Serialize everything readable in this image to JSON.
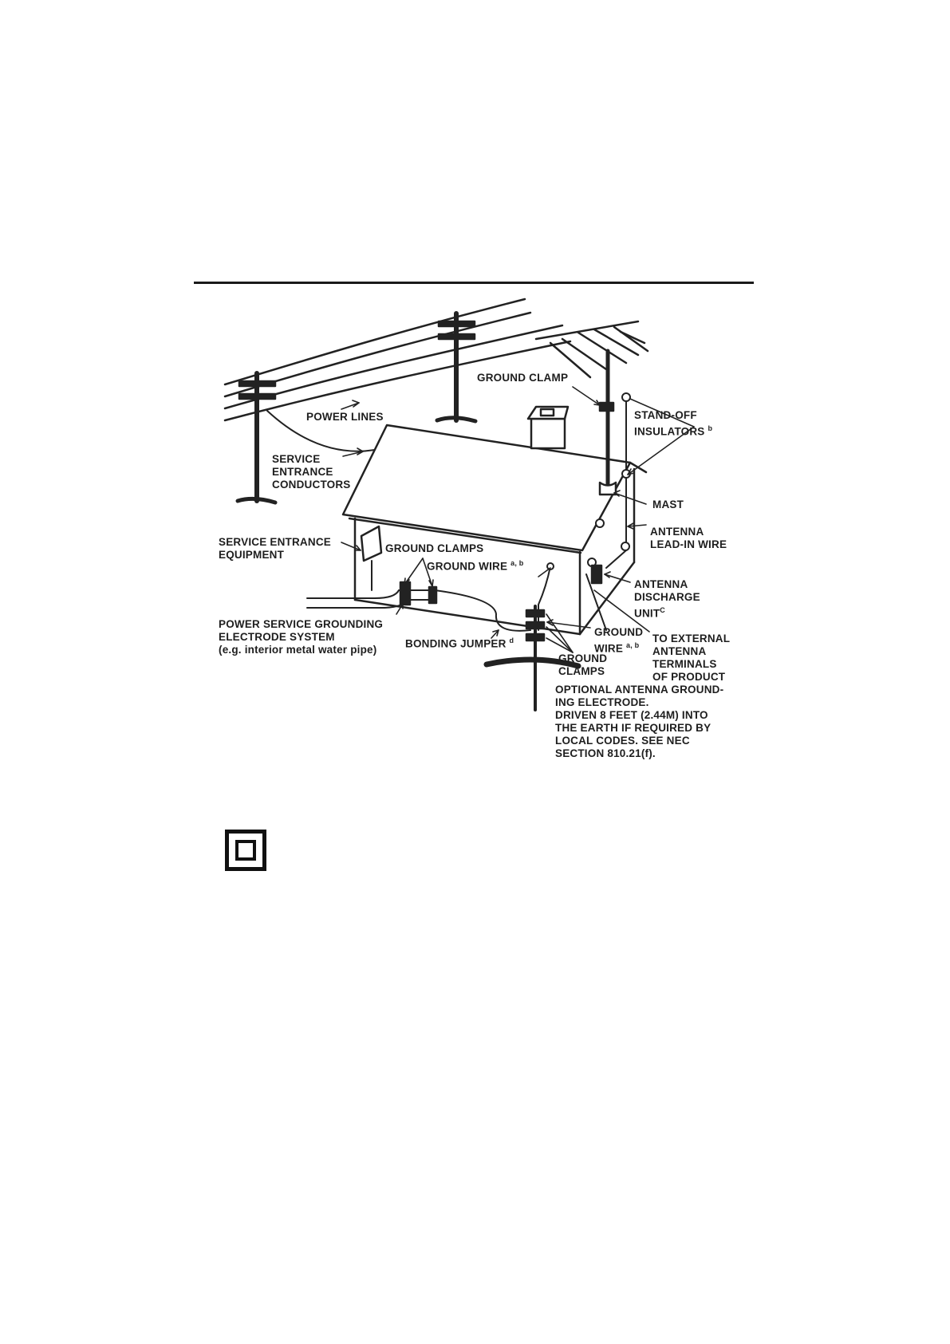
{
  "figure": {
    "labels": {
      "power_lines": "POWER LINES",
      "service_entrance_conductors": "SERVICE\nENTRANCE\nCONDUCTORS",
      "service_entrance_equipment": "SERVICE ENTRANCE\nEQUIPMENT",
      "ground_clamps_top": "GROUND CLAMPS",
      "ground_wire_top": "GROUND WIRE",
      "ground_wire_top_sup": "a, b",
      "power_service_grounding": "POWER SERVICE GROUNDING\nELECTRODE SYSTEM\n(e.g. interior metal water pipe)",
      "bonding_jumper": "BONDING JUMPER",
      "bonding_jumper_sup": "d",
      "ground_clamp": "GROUND CLAMP",
      "stand_off_insulators": "STAND-OFF\nINSULATORS",
      "stand_off_insulators_sup": "b",
      "mast": "MAST",
      "antenna_lead_in_wire": "ANTENNA\nLEAD-IN WIRE",
      "antenna_discharge_unit": "ANTENNA\nDISCHARGE\nUNIT",
      "antenna_discharge_unit_sup": "C",
      "ground_wire_right": "GROUND\nWIRE",
      "ground_wire_right_sup": "a, b",
      "to_external_antenna": "TO EXTERNAL\nANTENNA\nTERMINALS\nOF PRODUCT",
      "ground_clamps_bottom": "GROUND\nCLAMPS",
      "optional_electrode": "OPTIONAL ANTENNA GROUND-\nING ELECTRODE.\nDRIVEN 8 FEET (2.44M) INTO\nTHE EARTH IF  REQUIRED BY\nLOCAL CODES. SEE NEC\nSECTION 810.21(f)."
    }
  },
  "symbol": {
    "name": "double-square-class-ii-icon"
  }
}
